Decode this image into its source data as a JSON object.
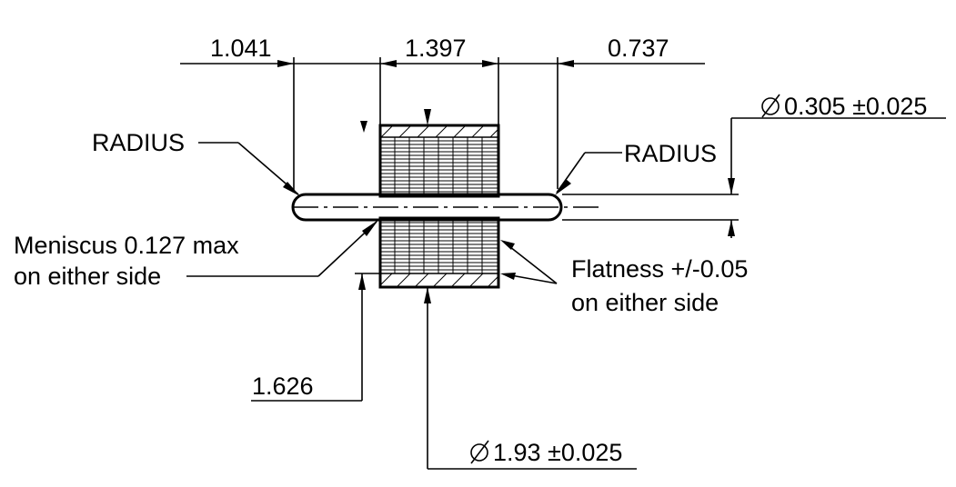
{
  "dimensions": {
    "left_length": "1.041",
    "center_length": "1.397",
    "right_length": "0.737",
    "wire_diameter": "0.305 ±0.025",
    "left_height": "1.626",
    "body_diameter": "1.93 ±0.025"
  },
  "callouts": {
    "radius_left": "RADIUS",
    "radius_right": "RADIUS",
    "meniscus_line1": "Meniscus  0.127 max",
    "meniscus_line2": "on either side",
    "flatness_line1": "Flatness +/-0.05",
    "flatness_line2": "on either side"
  }
}
